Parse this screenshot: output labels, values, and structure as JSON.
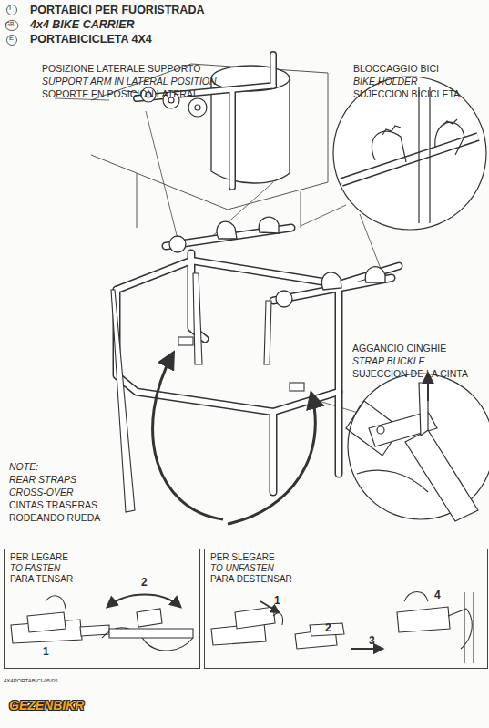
{
  "diagram": {
    "title": "PORTABICI PER FUORISTRADA",
    "nodes": [
      {
        "text": [
          "PER LEGARE",
          "TO FASTEN",
          "PARA TENSAR",
          "1",
          "2"
        ]
      },
      {
        "text": [
          "PER SLEGARE",
          "TO UNFASTEN",
          "PARA DESTENSAR",
          "1",
          "2",
          "3",
          "4"
        ]
      }
    ],
    "labels": [
      "I",
      "GB",
      "4x4 BIKE CARRIER",
      "E",
      "PORTABICICLETA 4X4",
      "POSIZIONE LATERALE SUPPORTO",
      "SUPPORT ARM IN LATERAL POSITION",
      "SOPORTE EN POSICION LATERAL",
      "BLOCCAGGIO BICI",
      "BIKE HOLDER",
      "SUJECCION BICICLETA",
      "AGGANCIO CINGHIE",
      "STRAP BUCKLE",
      "SUJECCION DE LA CINTA",
      "NOTE:",
      "REAR STRAPS",
      "CROSS-OVER",
      "CINTAS TRASERAS",
      "RODEANDO RUEDA",
      "4X4PORTABICI-05/05",
      "GEZENBIKR"
    ]
  }
}
